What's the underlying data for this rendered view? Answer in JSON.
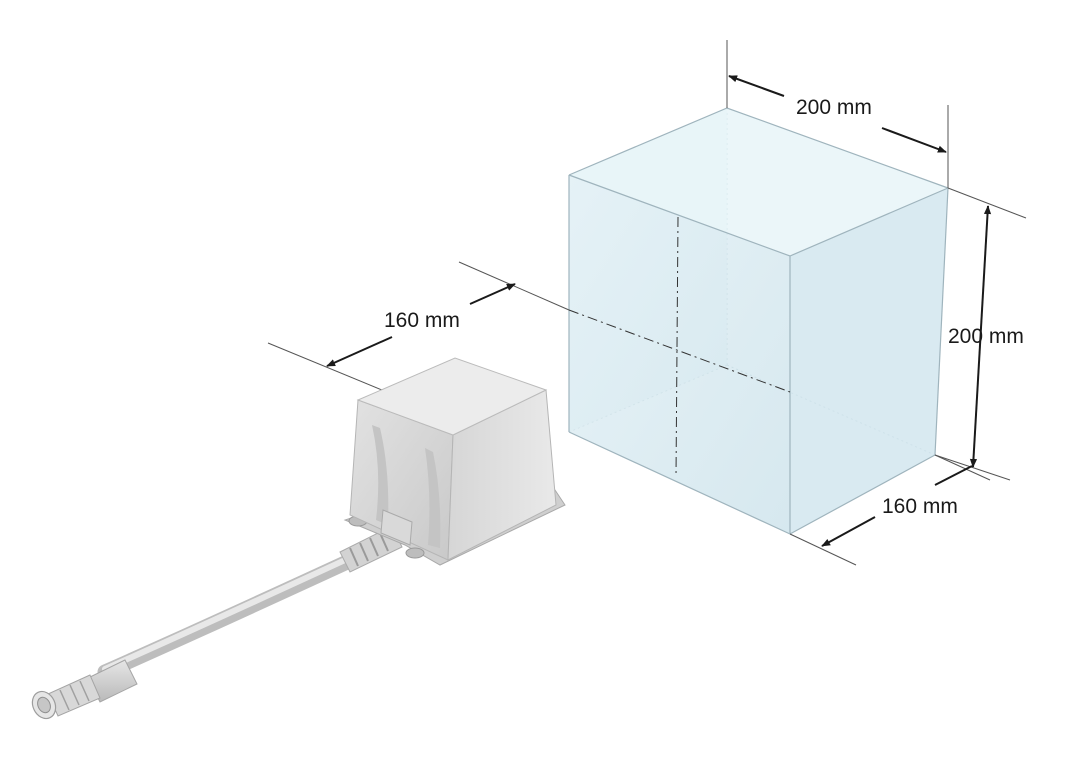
{
  "dimensions": {
    "field_width": "200 mm",
    "field_height": "200 mm",
    "field_depth": "160 mm",
    "sensor_distance": "160 mm"
  },
  "colors": {
    "field_fill": "#cfe6ee",
    "field_edge": "#9fb4bd",
    "dimension_line": "#1a1a1a",
    "extension_line": "#555555",
    "sensor_body": "#dcdcdc",
    "cable": "#cfcfcf"
  },
  "icons": {
    "sensor": "sensor-housing-icon",
    "connector": "m12-connector-icon"
  }
}
